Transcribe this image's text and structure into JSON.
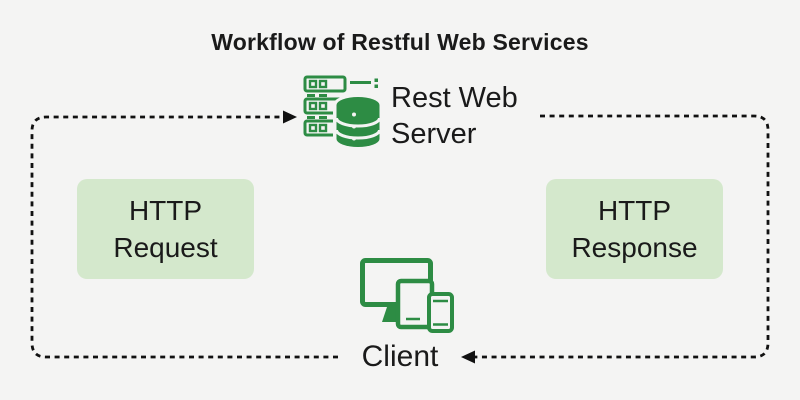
{
  "title": "Workflow of Restful Web Services",
  "server": {
    "icon": "server-database-icon",
    "label_lines": [
      "Rest Web",
      "Server"
    ]
  },
  "client": {
    "icon": "client-devices-icon",
    "label": "Client"
  },
  "boxes": {
    "request": {
      "lines": [
        "HTTP",
        "Request"
      ]
    },
    "response": {
      "lines": [
        "HTTP",
        "Response"
      ]
    }
  },
  "flows": [
    {
      "name": "request-flow",
      "style": "dashed",
      "from": "Client",
      "to": "Rest Web Server"
    },
    {
      "name": "response-flow",
      "style": "dashed",
      "from": "Rest Web Server",
      "to": "Client"
    }
  ],
  "colors": {
    "background": "#f4f4f3",
    "icon_green": "#2d8c44",
    "box_green": "#d4e8cc",
    "text": "#1a1a1a",
    "arrow": "#111111"
  }
}
